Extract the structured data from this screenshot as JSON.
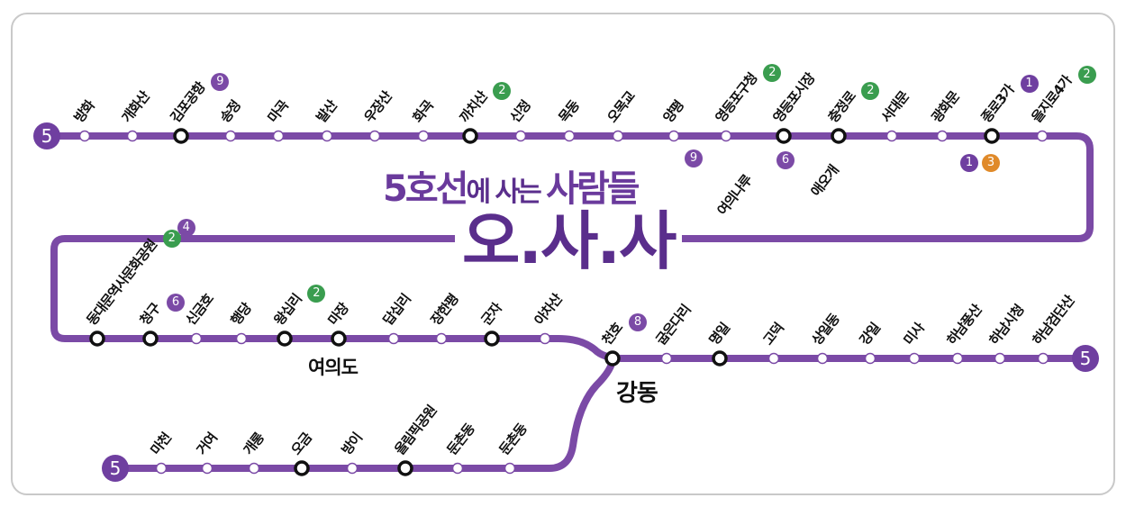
{
  "title": {
    "part1": "5호선",
    "part2": "에 사는 ",
    "part3": "사람들",
    "main": "오.사.사"
  },
  "line_number": "5",
  "colors": {
    "line": "#7b4aa6",
    "line5": "#6f3fa0",
    "line2": "#3a9d4f",
    "line3": "#e08a2a",
    "line1": "#6f3fa0",
    "other": "#7b4aa6"
  },
  "rows": {
    "top": [
      {
        "name": "방화"
      },
      {
        "name": "개화산"
      },
      {
        "name": "김포공항",
        "transfer": true,
        "lines": [
          "9"
        ]
      },
      {
        "name": "송정"
      },
      {
        "name": "마곡"
      },
      {
        "name": "발산"
      },
      {
        "name": "우장산"
      },
      {
        "name": "화곡"
      },
      {
        "name": "까치산",
        "transfer": true,
        "lines": [
          "2"
        ]
      },
      {
        "name": "신정"
      },
      {
        "name": "목동"
      },
      {
        "name": "오목교"
      },
      {
        "name": "양평"
      },
      {
        "name": "영등포구청",
        "lines": [
          "2"
        ]
      },
      {
        "name": "영등포시장",
        "transfer": true
      },
      {
        "name": "충정로",
        "transfer": true,
        "lines": [
          "2"
        ]
      },
      {
        "name": "서대문"
      },
      {
        "name": "광화문"
      },
      {
        "name": "종로3가",
        "transfer": true,
        "lines": [
          "1"
        ]
      },
      {
        "name": "을지로4가",
        "lines": [
          "2"
        ]
      }
    ],
    "middle": [
      {
        "name": "동대문역사문화공원",
        "transfer": true,
        "lines": [
          "2",
          "4"
        ]
      },
      {
        "name": "청구",
        "transfer": true,
        "lines": [
          "6"
        ]
      },
      {
        "name": "신금호"
      },
      {
        "name": "행당"
      },
      {
        "name": "왕십리",
        "transfer": true,
        "lines": [
          "2"
        ]
      },
      {
        "name": "마장",
        "transfer": true
      },
      {
        "name": "답십리"
      },
      {
        "name": "장한평"
      },
      {
        "name": "군자",
        "transfer": true
      },
      {
        "name": "아차산"
      }
    ],
    "right": [
      {
        "name": "천호",
        "transfer": true,
        "lines": [
          "8"
        ]
      },
      {
        "name": "굽은다리"
      },
      {
        "name": "명일",
        "transfer": true
      },
      {
        "name": "고덕"
      },
      {
        "name": "상일동"
      },
      {
        "name": "강일"
      },
      {
        "name": "미사"
      },
      {
        "name": "하남풍산"
      },
      {
        "name": "하남시청"
      },
      {
        "name": "하남검단산"
      }
    ],
    "bottom": [
      {
        "name": "마천"
      },
      {
        "name": "거여"
      },
      {
        "name": "개롱"
      },
      {
        "name": "오금",
        "transfer": true
      },
      {
        "name": "방이"
      },
      {
        "name": "올림픽공원",
        "transfer": true
      },
      {
        "name": "둔촌동"
      },
      {
        "name": "둔촌동"
      }
    ]
  },
  "floating_labels": {
    "yeouinaru": "여의나루",
    "aeogae": "애오개",
    "yeouido": "여의도",
    "gangdong": "강동"
  },
  "floating_badges": {
    "b9": "9",
    "b6": "6",
    "b1": "1",
    "b3": "3"
  }
}
